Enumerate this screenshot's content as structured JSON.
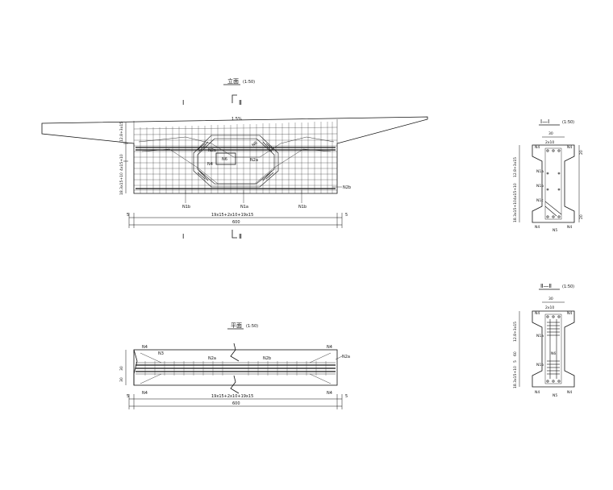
{
  "views": {
    "elevation": {
      "title": "立面",
      "scale": "(1:50)"
    },
    "plan": {
      "title": "平面",
      "scale": "(1:50)"
    },
    "section1": {
      "title": "Ⅰ—Ⅰ",
      "scale": "(1:50)"
    },
    "section2": {
      "title": "Ⅱ—Ⅱ",
      "scale": "(1:50)"
    }
  },
  "section_marks": {
    "I": "Ⅰ",
    "II": "Ⅱ"
  },
  "elevation": {
    "slope": "1.5%",
    "left_dims": [
      "12.8+3x15",
      "4x15+10",
      "18.3x15+10"
    ],
    "labels": {
      "n2a_left": "N2a",
      "n2a_right": "N2a",
      "n6": "N6",
      "n6_right": "N6",
      "n4_left": "N4",
      "n2b": "N2b",
      "n1b_left": "N1b",
      "n1a": "N1a",
      "n1b_right": "N1b"
    },
    "dim_edge_left": "5",
    "dim_edge_right": "5",
    "dim_spacing": "19x15+2x10+19x15",
    "dim_total": "600"
  },
  "plan": {
    "labels": {
      "n4_tl": "N4",
      "n3": "N3",
      "n2a": "N2a",
      "n2b": "N2b",
      "n4_tr": "N4",
      "n2a_end": "N2a",
      "n4_bl": "N4",
      "n4_br": "N4"
    },
    "left_dims": [
      "30",
      "30"
    ],
    "dim_edge_left": "5",
    "dim_edge_right": "5",
    "dim_spacing": "19x15+2x10+19x15",
    "dim_total": "600"
  },
  "section1": {
    "top_dim": "30",
    "top_spacing": "2x10",
    "left_dims": [
      "12.8+3x15",
      "4x15+10",
      "18.3x15+10"
    ],
    "right_dims": [
      "20",
      "20"
    ],
    "labels": {
      "n4_tl": "N4",
      "n4_tr": "N4",
      "n1a": "N1a",
      "n1b": "N1b",
      "n1c": "N1c",
      "n4_bl": "N4",
      "n5": "N5",
      "n4_br": "N4"
    }
  },
  "section2": {
    "top_dim": "30",
    "top_spacing": "2x10",
    "left_dims": [
      "12.8+3x15",
      "60",
      "5",
      "18.3x15+10"
    ],
    "labels": {
      "n4_tl": "N4",
      "n4_tr": "N4",
      "n1a": "N1a",
      "n1b": "N1b",
      "n6": "N6",
      "n4_bl": "N4",
      "n5": "N5",
      "n4_br": "N4"
    }
  }
}
